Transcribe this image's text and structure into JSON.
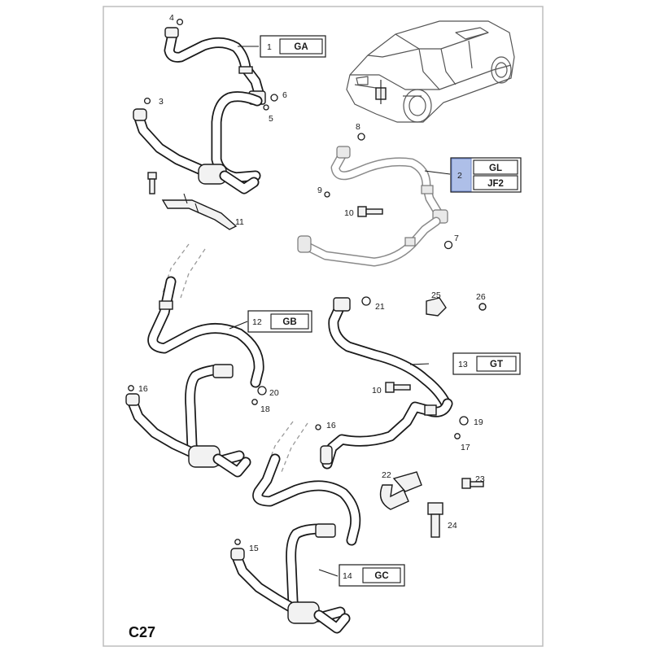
{
  "sheet": {
    "code": "C27"
  },
  "callouts": [
    {
      "id": "1",
      "codes": [
        "GA"
      ]
    },
    {
      "id": "2",
      "codes": [
        "GL",
        "JF2"
      ],
      "highlight": "#aebfe8"
    },
    {
      "id": "12",
      "codes": [
        "GB"
      ]
    },
    {
      "id": "13",
      "codes": [
        "GT"
      ]
    },
    {
      "id": "14",
      "codes": [
        "GC"
      ]
    }
  ],
  "part_labels": [
    "3",
    "4",
    "5",
    "6",
    "7",
    "8",
    "9",
    "10",
    "10",
    "11",
    "15",
    "16",
    "16",
    "17",
    "18",
    "19",
    "20",
    "21",
    "22",
    "23",
    "24",
    "25",
    "26"
  ]
}
